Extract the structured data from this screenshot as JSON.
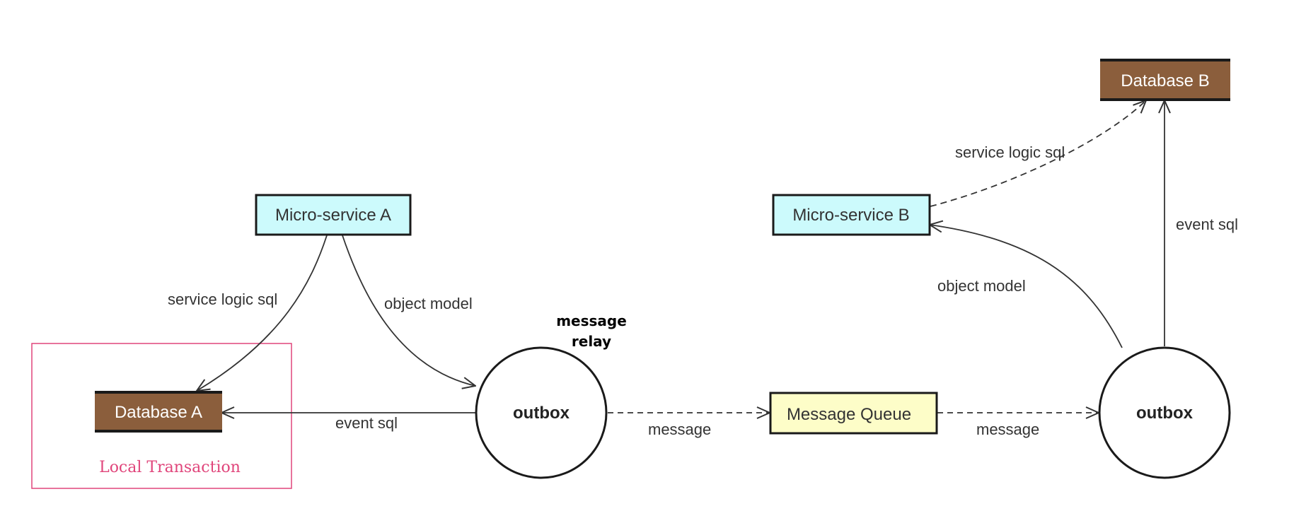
{
  "colors": {
    "service_fill": "#ccfafc",
    "database_fill": "#8b5e3c",
    "database_text": "#ffffff",
    "queue_fill": "#fdfdc8",
    "local_transaction": "#e0457b",
    "edge": "#333333"
  },
  "nodes": {
    "micro_service_a": "Micro-service A",
    "micro_service_b": "Micro-service B",
    "database_a": "Database A",
    "database_b": "Database B",
    "outbox_left": "outbox",
    "outbox_right": "outbox",
    "message_queue": "Message Queue",
    "local_transaction": "Local Transaction",
    "message_relay_line1": "message",
    "message_relay_line2": "relay"
  },
  "edges": {
    "a_service_logic_sql": "service logic sql",
    "a_object_model": "object model",
    "a_event_sql": "event sql",
    "message_left": "message",
    "message_right": "message",
    "b_service_logic_sql": "service logic sql",
    "b_object_model": "object model",
    "b_event_sql": "event sql"
  }
}
